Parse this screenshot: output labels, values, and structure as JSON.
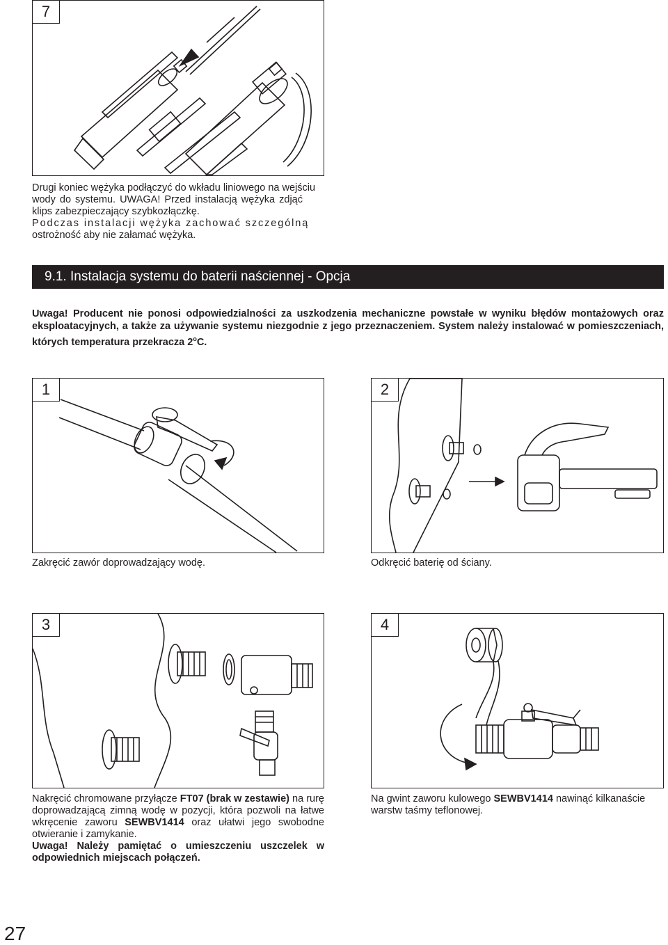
{
  "step7": {
    "number": "7",
    "text_line1": "Drugi koniec wężyka podłączyć do wkładu liniowego na wejściu",
    "text_line2": "wody do systemu. UWAGA! Przed instalacją wężyka zdjąć",
    "text_line3": "klips zabezpieczający szybkozłączkę.",
    "text_line4": "Podczas instalacji wężyka zachować szczególną",
    "text_line5": "ostrożność aby nie załamać wężyka."
  },
  "section": {
    "title": "9.1. Instalacja systemu do baterii naściennej - Opcja"
  },
  "warning": {
    "text": "Uwaga! Producent nie ponosi odpowiedzialności za uszkodzenia mechaniczne powstałe w wyniku błędów montażowych oraz eksploatacyjnych, a także za używanie systemu niezgodnie z jego przeznaczeniem. System należy instalować w pomieszczeniach, których temperatura przekracza 2",
    "superscript": "o",
    "unit": "C."
  },
  "step1": {
    "number": "1",
    "caption": "Zakręcić zawór doprowadzający wodę."
  },
  "step2": {
    "number": "2",
    "caption": "Odkręcić baterię od ściany."
  },
  "step3": {
    "number": "3",
    "caption_part1": "Nakręcić chromowane przyłącze ",
    "caption_bold1": "FT07 (brak w zestawie)",
    "caption_part2": " na rurę doprowadzającą zimną wodę w pozycji, która pozwoli na łatwe wkręcenie zaworu ",
    "caption_bold2": "SEWBV1414",
    "caption_part3": " oraz ułatwi jego swobodne otwieranie i zamykanie.",
    "note": "Uwaga! Należy pamiętać o umieszczeniu uszczelek w odpowiednich miejscach połączeń."
  },
  "step4": {
    "number": "4",
    "caption_part1": "Na gwint zaworu kulowego ",
    "caption_bold": "SEWBV1414",
    "caption_part2": " nawinąć kilkanaście warstw taśmy teflonowej."
  },
  "page": {
    "number": "27"
  }
}
